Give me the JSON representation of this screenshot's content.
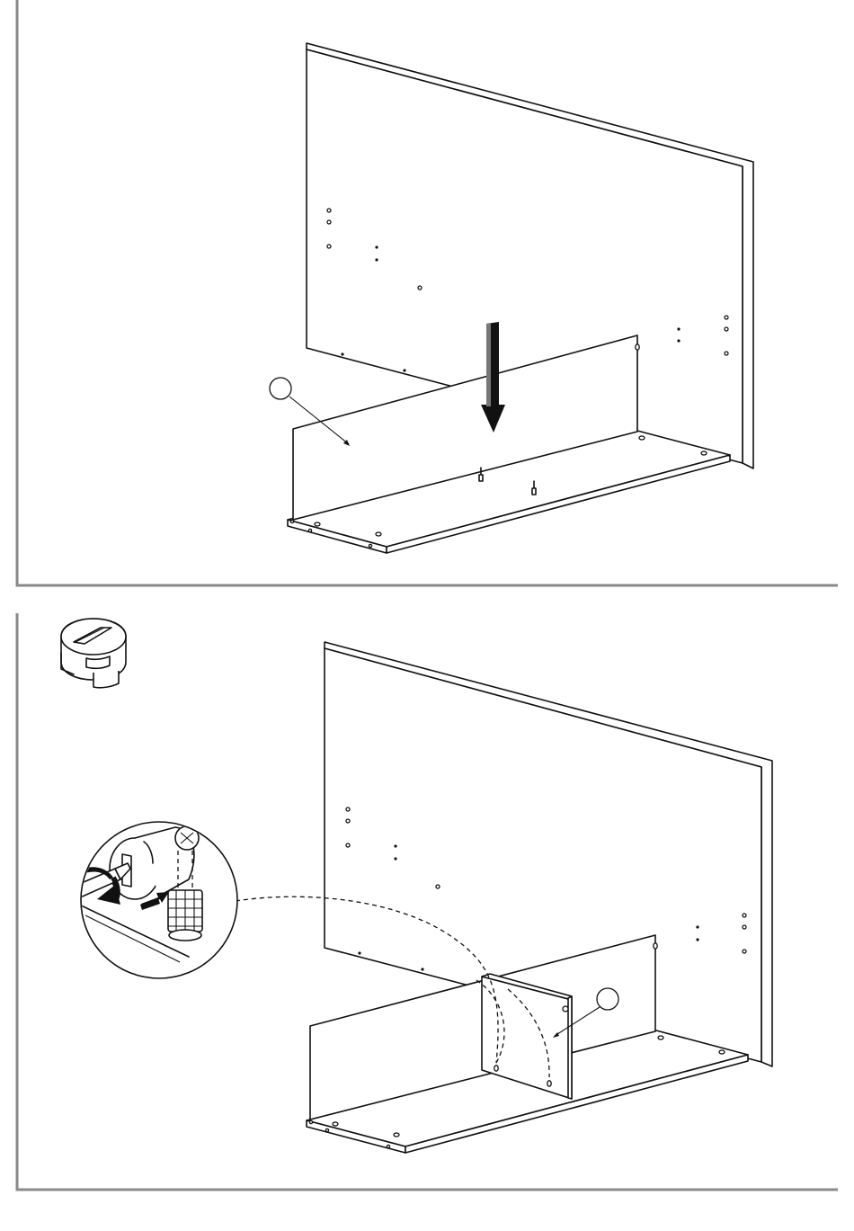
{
  "steps": [
    {
      "id": "step-1",
      "callout_labels": [
        ""
      ],
      "arrow": "down"
    },
    {
      "id": "step-2",
      "callout_labels": [
        ""
      ],
      "hardware_icon": "cam-lock-icon",
      "detail_icon": "screwdriver-icon",
      "rotation": "clockwise"
    }
  ],
  "colors": {
    "line": "#111111",
    "frame": "#8a8a8a",
    "background": "#ffffff"
  }
}
